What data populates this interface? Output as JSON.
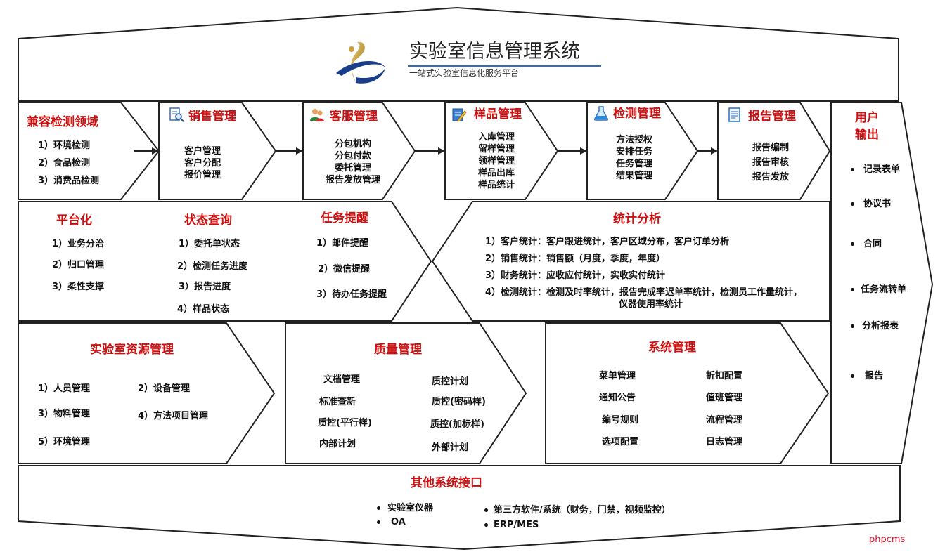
{
  "header": {
    "title": "实验室信息管理系统",
    "subtitle": "一站式实验室信息化服务平台"
  },
  "flow": [
    {
      "title": "兼容检测领域",
      "items": [
        "1）环境检测",
        "2）食品检测",
        "3）消费品检测"
      ]
    },
    {
      "title": "销售管理",
      "icon": "magnifier-doc-icon",
      "items": [
        "客户管理",
        "客户分配",
        "报价管理"
      ]
    },
    {
      "title": "客服管理",
      "icon": "people-icon",
      "items": [
        "分包机构",
        "分包付款",
        "委托管理",
        "报告发放管理"
      ]
    },
    {
      "title": "样品管理",
      "icon": "pencil-doc-icon",
      "items": [
        "入库管理",
        "留样管理",
        "领样管理",
        "样品出库",
        "样品统计"
      ]
    },
    {
      "title": "检测管理",
      "icon": "flask-icon",
      "items": [
        "方法授权",
        "安排任务",
        "任务管理",
        "结果管理"
      ]
    },
    {
      "title": "报告管理",
      "icon": "report-doc-icon",
      "items": [
        "报告编制",
        "报告审核",
        "报告发放"
      ]
    }
  ],
  "user_output": {
    "title": "用户\n输出",
    "items": [
      "记录表单",
      "协议书",
      "合同",
      "任务流转单",
      "分析报表",
      "报告"
    ]
  },
  "platform": {
    "title": "平台化",
    "items": [
      "1）业务分治",
      "2）归口管理",
      "3）柔性支撑"
    ]
  },
  "status": {
    "title": "状态查询",
    "items": [
      "1）委托单状态",
      "2）检测任务进度",
      "3）报告进度",
      "4）样品状态"
    ]
  },
  "reminder": {
    "title": "任务提醒",
    "items": [
      "1）邮件提醒",
      "2）微信提醒",
      "3）待办任务提醒"
    ]
  },
  "statistics": {
    "title": "统计分析",
    "items": [
      "1）客户统计：客户跟进统计，客户区域分布，客户订单分析",
      "2）销售统计：销售额（月度，季度，年度）",
      "3）财务统计：应收应付统计，实收实付统计",
      "4）检测统计：检测及时率统计，报告完成率迟单率统计，检测员工作量统计，",
      "仪器使用率统计"
    ]
  },
  "resources": {
    "title": "实验室资源管理",
    "items": [
      "1）人员管理",
      "2）设备管理",
      "3）物料管理",
      "4）方法项目管理",
      "5）环境管理"
    ]
  },
  "quality": {
    "title": "质量管理",
    "items": [
      "文档管理",
      "质控计划",
      "标准查新",
      "质控(密码样)",
      "质控(平行样)",
      "质控(加标样)",
      "内部计划",
      "外部计划"
    ]
  },
  "system": {
    "title": "系统管理",
    "items": [
      "菜单管理",
      "折扣配置",
      "通知公告",
      "值班管理",
      "编号规则",
      "流程管理",
      "选项配置",
      "日志管理"
    ]
  },
  "interfaces": {
    "title": "其他系统接口",
    "items": [
      "实验室仪器",
      "OA",
      "第三方软件/系统（财务，门禁，视频监控）",
      "ERP/MES"
    ]
  },
  "watermark": "phpcms",
  "colors": {
    "heading": "#cc1010",
    "frame": "#222222",
    "watermark": "#e0102a",
    "logo_blue": "#1a3f8a",
    "logo_gold": "#c8a040"
  }
}
